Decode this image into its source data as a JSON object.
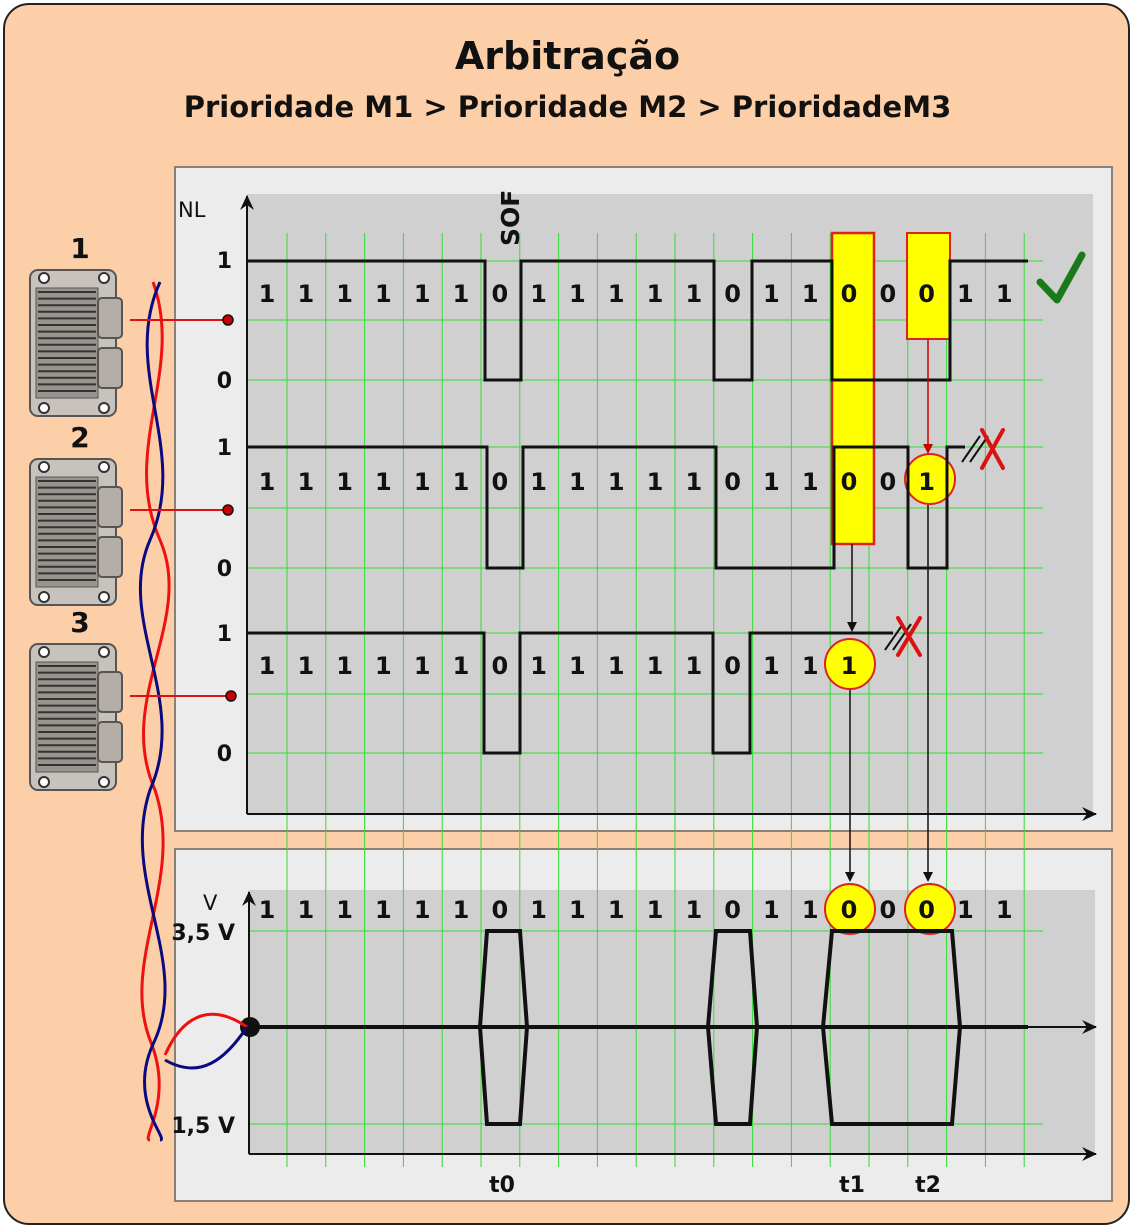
{
  "title": "Arbitração",
  "subtitle": "Prioridade M1 > Prioridade M2 > PrioridadeM3",
  "nodes": [
    "1",
    "2",
    "3"
  ],
  "axis_labels": {
    "nl": "NL",
    "v": "V",
    "high": "1",
    "low": "0",
    "v_high": "3,5 V",
    "v_low": "1,5 V"
  },
  "sof_label": "SOF",
  "time_labels": [
    "t0",
    "t1",
    "t2"
  ],
  "messages": [
    {
      "id": "m1",
      "bits": [
        "1",
        "1",
        "1",
        "1",
        "1",
        "1",
        "0",
        "1",
        "1",
        "1",
        "1",
        "1",
        "0",
        "1",
        "1",
        "0",
        "0",
        "0",
        "1",
        "1"
      ],
      "result": "won"
    },
    {
      "id": "m2",
      "bits": [
        "1",
        "1",
        "1",
        "1",
        "1",
        "1",
        "0",
        "1",
        "1",
        "1",
        "1",
        "1",
        "0",
        "1",
        "1",
        "0",
        "0",
        "1"
      ],
      "result": "lost"
    },
    {
      "id": "m3",
      "bits": [
        "1",
        "1",
        "1",
        "1",
        "1",
        "1",
        "0",
        "1",
        "1",
        "1",
        "1",
        "1",
        "0",
        "1",
        "1",
        "1"
      ],
      "result": "lost"
    }
  ],
  "bus_bits": [
    "1",
    "1",
    "1",
    "1",
    "1",
    "1",
    "0",
    "1",
    "1",
    "1",
    "1",
    "1",
    "0",
    "1",
    "1",
    "0",
    "0",
    "0",
    "1",
    "1"
  ],
  "colors": {
    "background": "#fdcfa8",
    "grid": "#33dd33",
    "highlight": "#ffff00",
    "arrow": "#cc0000",
    "check": "#1a7a1a",
    "cable_red": "#ee1111",
    "cable_blue": "#0a0a80"
  }
}
